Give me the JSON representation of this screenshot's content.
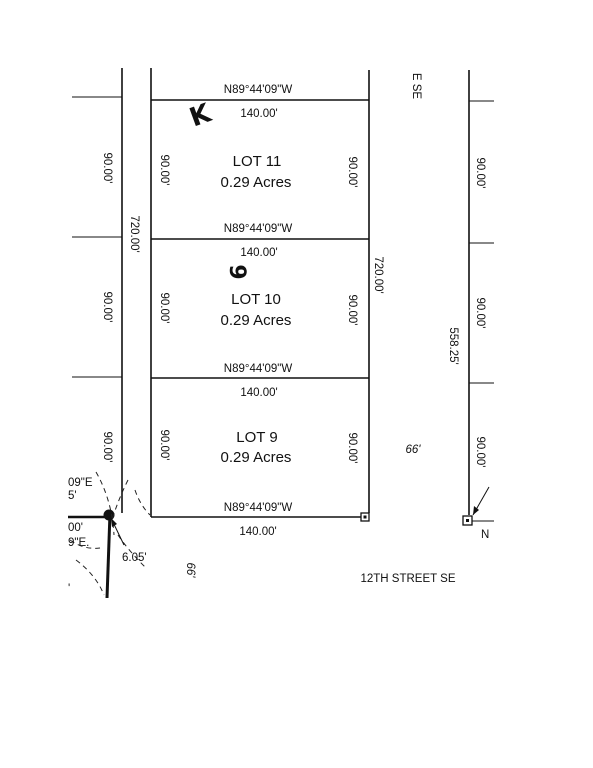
{
  "lots": [
    {
      "name": "LOT 11",
      "area": "0.29 Acres"
    },
    {
      "name": "LOT 10",
      "area": "0.29 Acres"
    },
    {
      "name": "LOT 9",
      "area": "0.29 Acres"
    }
  ],
  "bearings": {
    "top": "N89°44'09\"W",
    "lot11_10": "N89°44'09\"W",
    "lot10_9": "N89°44'09\"W",
    "bottom": "N89°44'09\"W"
  },
  "widths": {
    "top": "140.00'",
    "lot11_10": "140.00'",
    "lot10_9": "140.00'",
    "bottom": "140.00'"
  },
  "lot_depths": "90.00'",
  "depth_labels": {
    "far_left": [
      "90.00'",
      "90.00'",
      "90.00'"
    ],
    "lot_left": [
      "90.00'",
      "90.00'",
      "90.00'"
    ],
    "lot_right": [
      "90.00'",
      "90.00'",
      "90.00'"
    ],
    "far_right": [
      "90.00'",
      "90.00'",
      "90.00'"
    ]
  },
  "total_lengths": {
    "alley_left": "720.00'",
    "right_line": "720.00'",
    "right_parcel": "558.25'"
  },
  "street": {
    "name": "12TH STREET SE",
    "width_right": "66'",
    "width_bottom": "66'",
    "top_street_fragment": "E SE"
  },
  "corner": {
    "offset": "6.05'",
    "fragment_1": "09\"E",
    "fragment_2": "5'",
    "fragment_3": "00'",
    "fragment_4": "9\"E.",
    "fragment_5": "'",
    "right_marker": "N"
  },
  "handwriting": {
    "mark_1": "K",
    "mark_2": "9"
  }
}
